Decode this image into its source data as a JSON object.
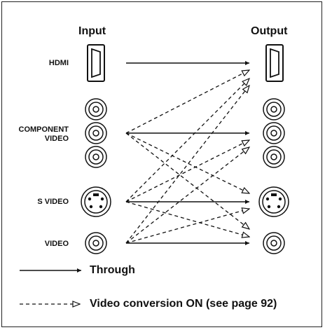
{
  "columns": {
    "input": "Input",
    "output": "Output"
  },
  "signals": {
    "hdmi": "HDMI",
    "component_line1": "COMPONENT",
    "component_line2": "VIDEO",
    "svideo": "S VIDEO",
    "video": "VIDEO"
  },
  "legend": {
    "through": "Through",
    "conversion": "Video conversion ON (see page 92)"
  },
  "colors": {
    "ink": "#111111",
    "background": "#ffffff"
  },
  "icons": [
    "hdmi-port-icon",
    "rca-jack-icon",
    "s-video-jack-icon"
  ]
}
